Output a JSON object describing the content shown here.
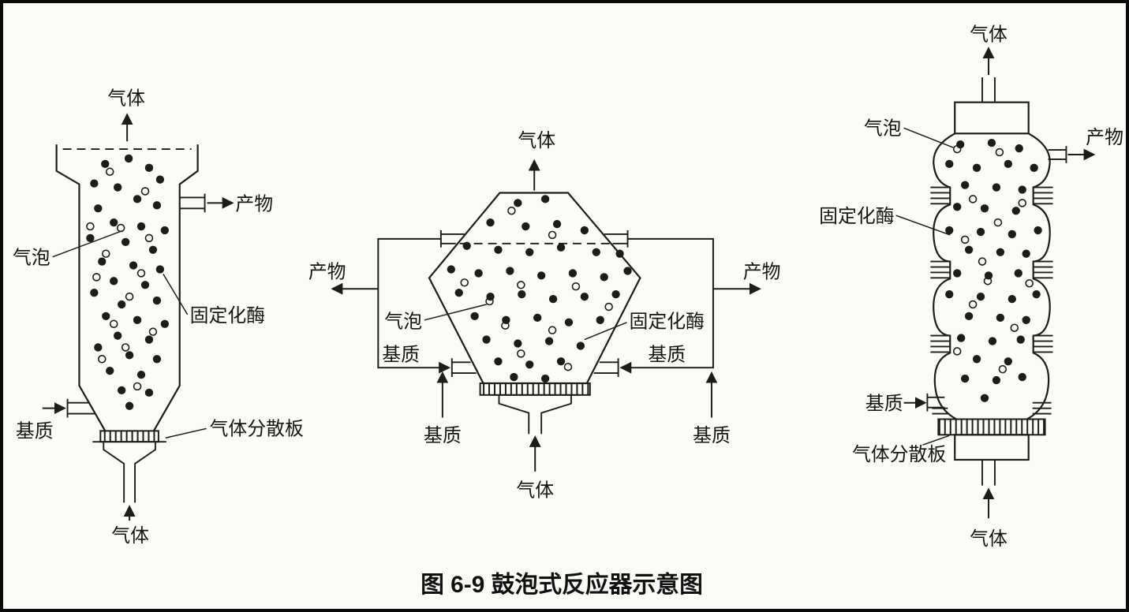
{
  "figure": {
    "caption": "图 6-9  鼓泡式反应器示意图",
    "line_color": "#1c1c1c",
    "background_color": "#fbfbf7"
  },
  "reactor_left": {
    "gas_top": "气体",
    "product": "产物",
    "bubble": "气泡",
    "enzyme": "固定化酶",
    "substrate": "基质",
    "distributor_plate": "气体分散板",
    "gas_bottom": "气体"
  },
  "reactor_middle": {
    "gas_top": "气体",
    "product_left": "产物",
    "product_right": "产物",
    "bubble": "气泡",
    "enzyme": "固定化酶",
    "substrate_left": "基质",
    "substrate_right": "基质",
    "substrate_bottom_left": "基质",
    "substrate_bottom_right": "基质",
    "gas_bottom": "气体"
  },
  "reactor_right": {
    "gas_top": "气体",
    "bubble": "气泡",
    "product": "产物",
    "enzyme": "固定化酶",
    "substrate": "基质",
    "distributor_plate": "气体分散板",
    "gas_bottom": "气体"
  }
}
